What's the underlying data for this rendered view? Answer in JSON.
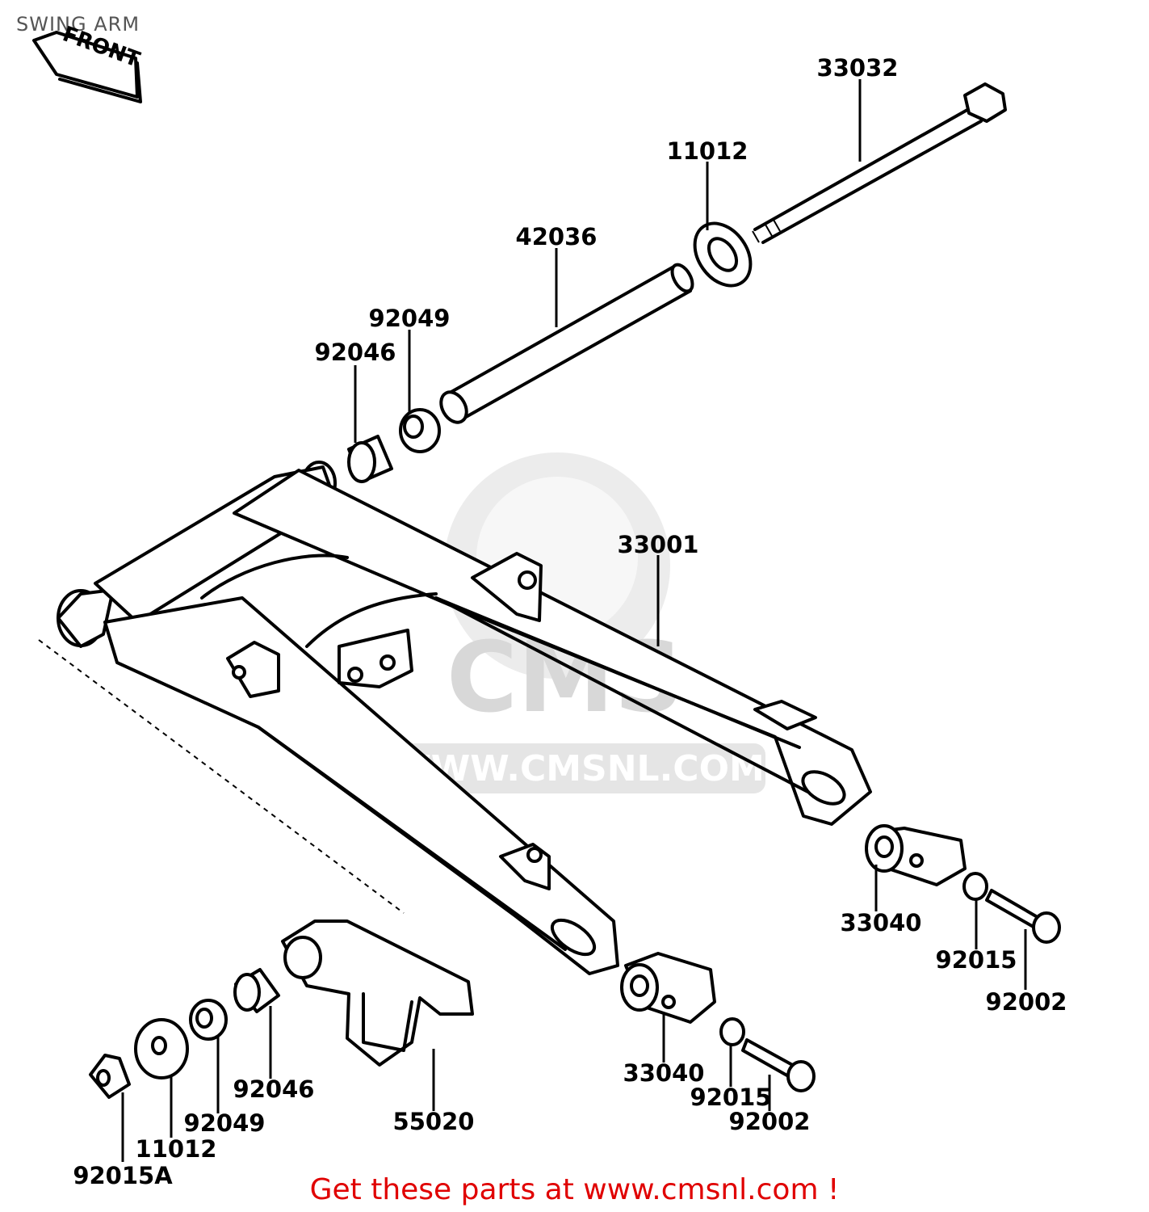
{
  "title": "SWING ARM",
  "front_marker": "FRONT",
  "watermark": {
    "brand": "CMS",
    "url": "WWW.CMSNL.COM"
  },
  "call_to_action": "Get these parts at www.cmsnl.com !",
  "part_labels": [
    "33032",
    "11012",
    "42036",
    "92049",
    "92046",
    "33001",
    "33040",
    "92015",
    "92002",
    "92046",
    "92049",
    "11012",
    "92015A",
    "55020",
    "33040",
    "92015",
    "92002"
  ]
}
